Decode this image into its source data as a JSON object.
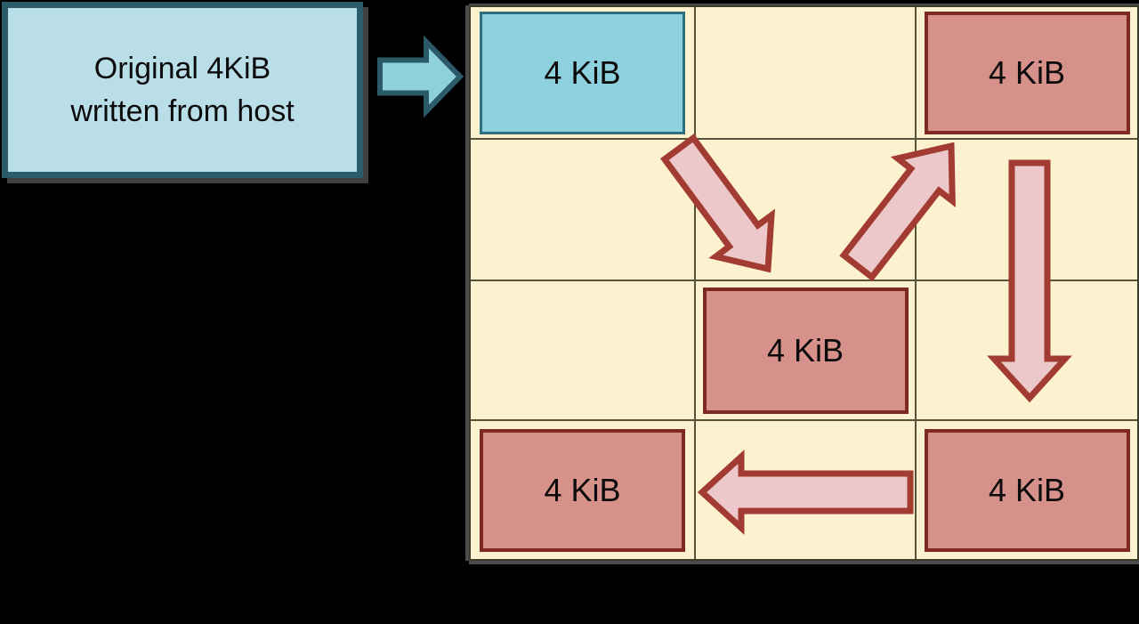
{
  "host_box": {
    "line1": "Original 4KiB",
    "line2": "written from host"
  },
  "grid": {
    "rows": 4,
    "cols": 3
  },
  "boxes": [
    {
      "id": "original-page",
      "row": 1,
      "col": 1,
      "label": "4 KiB",
      "style": "blue"
    },
    {
      "id": "rewritten-page-top-right",
      "row": 1,
      "col": 3,
      "label": "4 KiB",
      "style": "red"
    },
    {
      "id": "rewritten-page-middle",
      "row": 3,
      "col": 2,
      "label": "4 KiB",
      "style": "red",
      "tall": true
    },
    {
      "id": "rewritten-page-bottom-left",
      "row": 4,
      "col": 1,
      "label": "4 KiB",
      "style": "red"
    },
    {
      "id": "rewritten-page-bottom-right",
      "row": 4,
      "col": 3,
      "label": "4 KiB",
      "style": "red"
    }
  ],
  "arrows": [
    {
      "name": "host-write-arrow",
      "style": "teal",
      "direction": "right"
    },
    {
      "name": "relocate-arrow-down-right",
      "style": "pink",
      "direction": "down-right"
    },
    {
      "name": "relocate-arrow-up-right",
      "style": "pink",
      "direction": "up-right"
    },
    {
      "name": "relocate-arrow-down",
      "style": "pink",
      "direction": "down"
    },
    {
      "name": "relocate-arrow-left",
      "style": "pink",
      "direction": "left"
    }
  ],
  "colors": {
    "background": "#000000",
    "host_fill": "#b9dee7",
    "host_border": "#2b5c69",
    "cream": "#fcf2d0",
    "grid_line": "#56533a",
    "blue_fill": "#8ed1de",
    "blue_border": "#2e7080",
    "red_fill": "#d7918b",
    "red_border": "#7e2a22",
    "pink_arrow_fill": "#ecc8ca",
    "pink_arrow_stroke": "#a23b31",
    "teal_arrow_fill": "#8fd0dd",
    "teal_arrow_stroke": "#2b5a68"
  }
}
